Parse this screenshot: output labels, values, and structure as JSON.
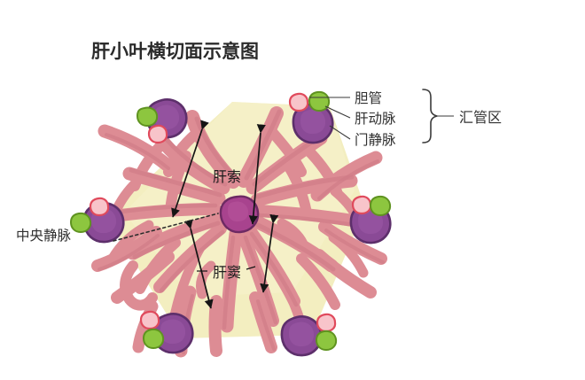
{
  "title": "肝小叶横切面示意图",
  "labels": {
    "bile_duct": "胆管",
    "hepatic_artery": "肝动脉",
    "portal_vein": "门静脉",
    "portal_area": "汇管区",
    "central_vein": "中央静脉",
    "hepatic_cord": "肝索",
    "hepatic_sinusoid": "肝窦"
  },
  "colors": {
    "lobule_fill": "#f3eec0",
    "cord": "#dd8c94",
    "cord_shade": "#cf7a86",
    "portal_vein_blob": "#8a4a96",
    "portal_vein_outline": "#5d2f6b",
    "central_vein_blob": "#a8438e",
    "central_vein_outline": "#6d2a63",
    "bile_duct_dot": "#8dc63f",
    "bile_duct_outline": "#5f9320",
    "hepatic_artery_dot": "#f4a0a8",
    "hepatic_artery_outline": "#e04a5c",
    "background": "#ffffff",
    "text": "#2b2b2b"
  },
  "structures": {
    "lobule_shape": "hexagon",
    "portal_triad_count": 6,
    "central_vein_count": 1
  }
}
